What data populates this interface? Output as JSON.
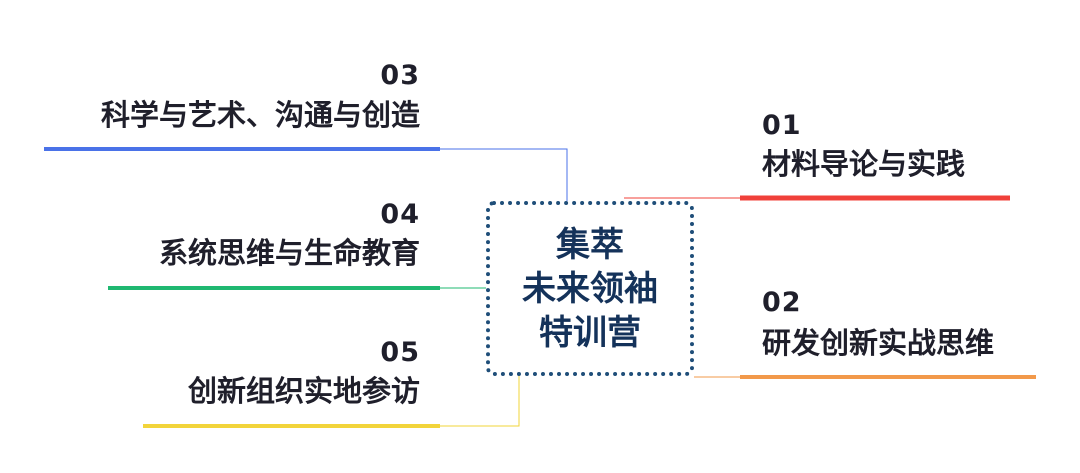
{
  "center": {
    "lines": [
      "集萃",
      "未来领袖",
      "特训营"
    ]
  },
  "topics": [
    {
      "num": "01",
      "label": "材料导论与实践",
      "color": "#f0403a"
    },
    {
      "num": "02",
      "label": "研发创新实战思维",
      "color": "#f2994a"
    },
    {
      "num": "03",
      "label": "科学与艺术、沟通与创造",
      "color": "#4a72e8"
    },
    {
      "num": "04",
      "label": "系统思维与生命教育",
      "color": "#1fb871"
    },
    {
      "num": "05",
      "label": "创新组织实地参访",
      "color": "#f2d43a"
    }
  ]
}
